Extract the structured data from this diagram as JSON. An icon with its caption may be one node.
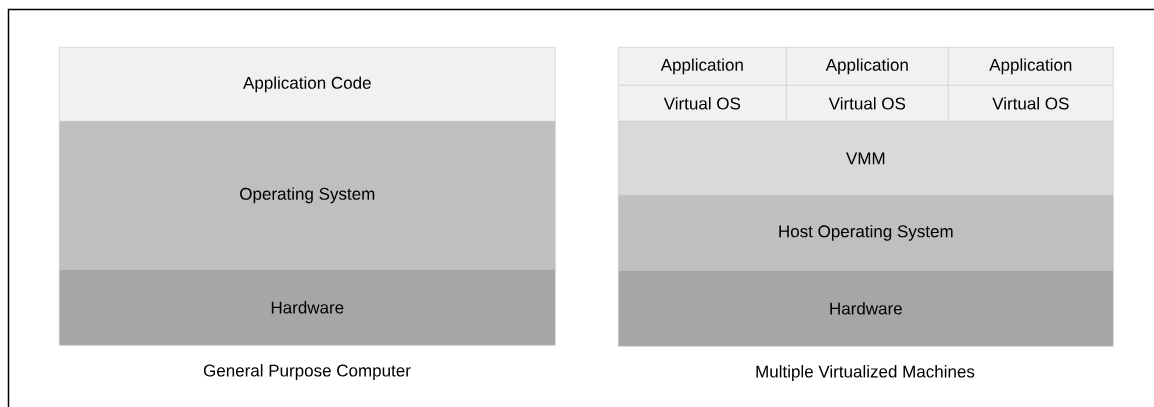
{
  "diagram": {
    "nodes": [
      {
        "text": [
          "Application Code"
        ]
      },
      {
        "text": [
          "Operating System"
        ]
      },
      {
        "text": [
          "Hardware"
        ]
      },
      {
        "text": [
          "Application"
        ]
      },
      {
        "text": [
          "Application"
        ]
      },
      {
        "text": [
          "Application"
        ]
      },
      {
        "text": [
          "Virtual OS"
        ]
      },
      {
        "text": [
          "Virtual OS"
        ]
      },
      {
        "text": [
          "Virtual OS"
        ]
      },
      {
        "text": [
          "VMM"
        ]
      },
      {
        "text": [
          "Host Operating System"
        ]
      },
      {
        "text": [
          "Hardware"
        ]
      }
    ],
    "labels": [
      "General Purpose Computer",
      "Multiple Virtualized Machines"
    ]
  }
}
